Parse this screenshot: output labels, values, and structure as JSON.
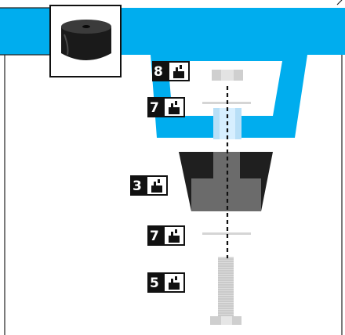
{
  "labels": {
    "washer_top": "8",
    "nut_top_washer": "7",
    "rubber_foot": "3",
    "washer_bottom": "7",
    "bolt": "5"
  },
  "icons": {
    "parts": "parts-box-icon",
    "photo": "rubber-foot-photo"
  },
  "colors": {
    "bracket": "#00adee",
    "badge_bg": "#111111",
    "rubber": "#1e1e1e",
    "rubber_core": "#6b6b6b",
    "metal": "#cfcfcf"
  }
}
